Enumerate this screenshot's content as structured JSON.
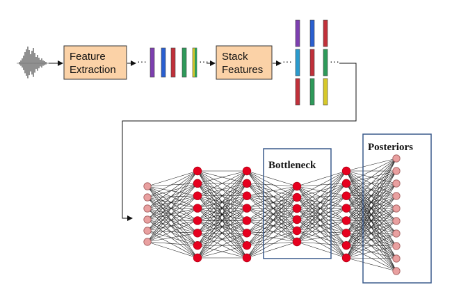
{
  "pipeline": {
    "feature_extraction_lines": [
      "Feature",
      "Extraction"
    ],
    "stack_features_lines": [
      "Stack",
      "Features"
    ],
    "ellipsis": "···"
  },
  "network": {
    "bottleneck_label": "Bottleneck",
    "posteriors_label": "Posteriors",
    "layer_sizes": [
      6,
      8,
      8,
      6,
      8,
      10
    ]
  },
  "colors": {
    "box_fill": "#fbd2a7",
    "box_stroke": "#333333",
    "hidden_node": "#e6001f",
    "io_node": "#e9a0a0",
    "io_node_stroke": "#a05a5a",
    "region_stroke": "#3a5a8c",
    "feature_bars": [
      "#7d3fb0",
      "#2a5fd0",
      "#c0303a",
      "#2e9a5a",
      "#d6c829",
      "#2a9acd"
    ]
  }
}
